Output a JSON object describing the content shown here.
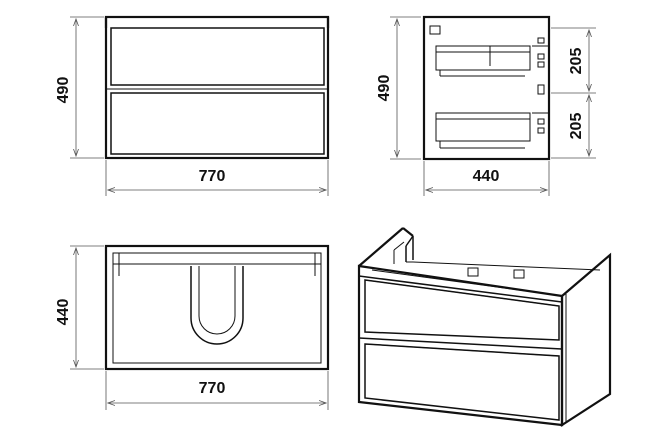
{
  "dimensions": {
    "front_width": "770",
    "front_height": "490",
    "side_depth": "440",
    "side_height": "490",
    "drawer_upper": "205",
    "drawer_lower": "205",
    "top_width": "770",
    "top_depth": "440"
  },
  "colors": {
    "line": "#111111",
    "dimension_line": "#555555",
    "pattern": "#444444",
    "background": "#ffffff"
  }
}
